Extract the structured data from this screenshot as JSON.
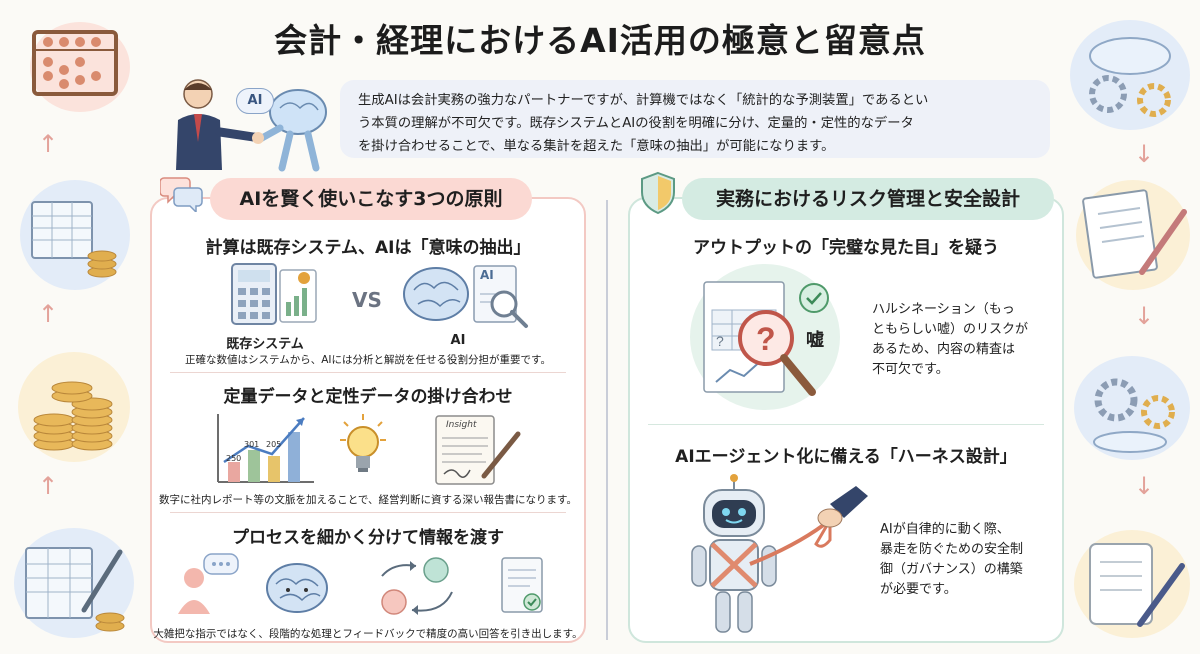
{
  "title": "会計・経理におけるAI活用の極意と留意点",
  "intro": {
    "ai_badge": "AI",
    "line1": "生成AIは会計実務の強力なパートナーですが、計算機ではなく「統計的な予測装置」であるとい",
    "line2": "う本質の理解が不可欠です。既存システムとAIの役割を明確に分け、定量的・定性的なデータ",
    "line3": "を掛け合わせることで、単なる集計を超えた「意味の抽出」が可能になります。"
  },
  "left_panel": {
    "heading": "AIを賢く使いこなす3つの原則",
    "sections": [
      {
        "title": "計算は既存システム、AIは「意味の抽出」",
        "label_left": "既存システム",
        "vs": "VS",
        "label_right": "AI",
        "doc_text": "AI",
        "caption": "正確な数値はシステムから、AIには分析と解説を任せる役割分担が重要です。"
      },
      {
        "title": "定量データと定性データの掛け合わせ",
        "bar_labels": [
          "250",
          "301",
          "205"
        ],
        "doc_text": "Insight",
        "caption": "数字に社内レポート等の文脈を加えることで、経営判断に資する深い報告書になります。"
      },
      {
        "title": "プロセスを細かく分けて情報を渡す",
        "caption": "大雑把な指示ではなく、段階的な処理とフィードバックで精度の高い回答を引き出します。"
      }
    ]
  },
  "right_panel": {
    "heading": "実務におけるリスク管理と安全設計",
    "sections": [
      {
        "title": "アウトプットの「完璧な見た目」を疑う",
        "stamp": "嘘",
        "text": [
          "ハルシネーション（もっ",
          "ともらしい嘘）のリスクが",
          "あるため、内容の精査は",
          "不可欠です。"
        ]
      },
      {
        "title": "AIエージェント化に備える「ハーネス設計」",
        "text": [
          "AIが自律的に動く際、",
          "暴走を防ぐための安全制",
          "御（ガバナンス）の構築",
          "が必要です。"
        ]
      }
    ]
  },
  "colors": {
    "left_accent": "#fbd9d3",
    "right_accent": "#d4ebe2",
    "intro_bg": "#eef1f8"
  }
}
